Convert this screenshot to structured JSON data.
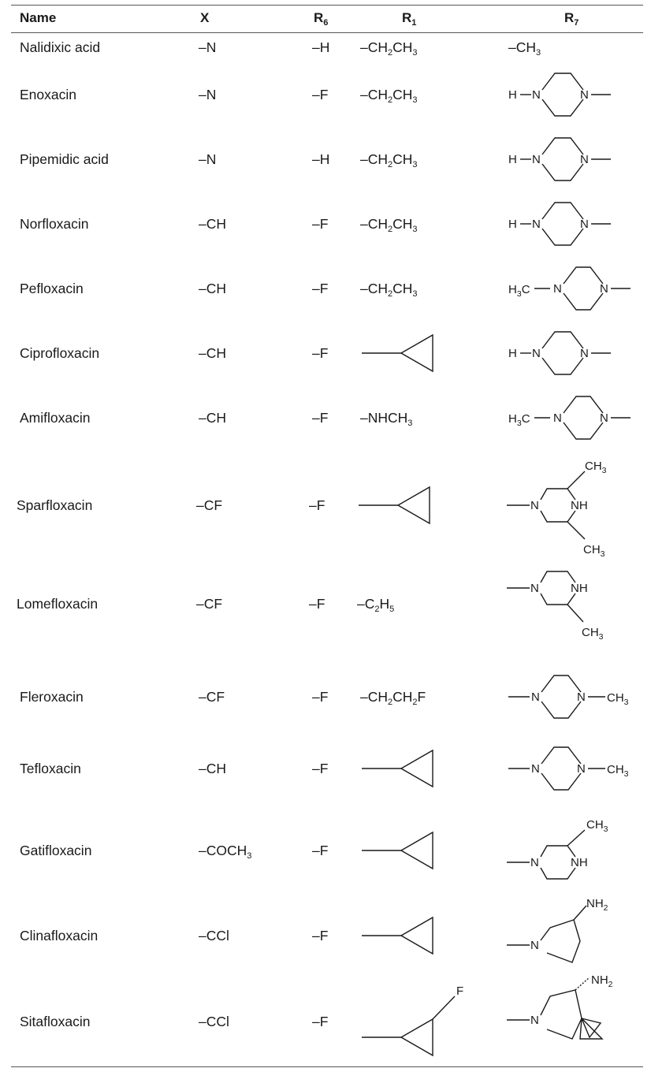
{
  "headers": {
    "name": "Name",
    "x": "X",
    "r6_main": "R",
    "r6_sub": "6",
    "r1_main": "R",
    "r1_sub": "1",
    "r7_main": "R",
    "r7_sub": "7"
  },
  "rows": [
    {
      "name": "Nalidixic acid",
      "x": "–N",
      "x_sub": "",
      "r6": "–H",
      "r1": {
        "type": "text",
        "parts": [
          "–CH",
          "2",
          "CH",
          "3",
          ""
        ]
      },
      "r7": "methyl"
    },
    {
      "name": "Enoxacin",
      "x": "–N",
      "x_sub": "",
      "r6": "–F",
      "r1": {
        "type": "text",
        "parts": [
          "–CH",
          "2",
          "CH",
          "3",
          ""
        ]
      },
      "r7": "piperazine-H"
    },
    {
      "name": "Pipemidic acid",
      "x": "–N",
      "x_sub": "",
      "r6": "–H",
      "r1": {
        "type": "text",
        "parts": [
          "–CH",
          "2",
          "CH",
          "3",
          ""
        ]
      },
      "r7": "piperazine-H"
    },
    {
      "name": "Norfloxacin",
      "x": "–CH",
      "x_sub": "",
      "r6": "–F",
      "r1": {
        "type": "text",
        "parts": [
          "–CH",
          "2",
          "CH",
          "3",
          ""
        ]
      },
      "r7": "piperazine-H"
    },
    {
      "name": "Pefloxacin",
      "x": "–CH",
      "x_sub": "",
      "r6": "–F",
      "r1": {
        "type": "text",
        "parts": [
          "–CH",
          "2",
          "CH",
          "3",
          ""
        ]
      },
      "r7": "piperazine-CH3"
    },
    {
      "name": "Ciprofloxacin",
      "x": "–CH",
      "x_sub": "",
      "r6": "–F",
      "r1": {
        "type": "cyclopropyl"
      },
      "r7": "piperazine-H"
    },
    {
      "name": "Amifloxacin",
      "x": "–CH",
      "x_sub": "",
      "r6": "–F",
      "r1": {
        "type": "text",
        "parts": [
          "–NHCH",
          "3",
          "",
          "",
          ""
        ]
      },
      "r7": "piperazine-CH3"
    },
    {
      "name": "Sparfloxacin",
      "x": "–CF",
      "x_sub": "",
      "r6": "–F",
      "r1": {
        "type": "cyclopropyl"
      },
      "r7": "dimethylpiperazine"
    },
    {
      "name": "Lomefloxacin",
      "x": "–CF",
      "x_sub": "",
      "r6": "–F",
      "r1": {
        "type": "text",
        "parts": [
          "–C",
          "2",
          "H",
          "5",
          ""
        ]
      },
      "r7": "methylpiperazine"
    },
    {
      "name": "Fleroxacin",
      "x": "–CF",
      "x_sub": "",
      "r6": "–F",
      "r1": {
        "type": "text",
        "parts": [
          "–CH",
          "2",
          "CH",
          "2",
          "F"
        ]
      },
      "r7": "piperazine-N-CH3"
    },
    {
      "name": "Tefloxacin",
      "x": "–CH",
      "x_sub": "",
      "r6": "–F",
      "r1": {
        "type": "cyclopropyl"
      },
      "r7": "piperazine-N-CH3"
    },
    {
      "name": "Gatifloxacin",
      "x": "–COCH",
      "x_sub": "3",
      "r6": "–F",
      "r1": {
        "type": "cyclopropyl"
      },
      "r7": "gati-piperazine"
    },
    {
      "name": "Clinafloxacin",
      "x": "–CCl",
      "x_sub": "",
      "r6": "–F",
      "r1": {
        "type": "cyclopropyl"
      },
      "r7": "aminopyrrolidine"
    },
    {
      "name": "Sitafloxacin",
      "x": "–CCl",
      "x_sub": "",
      "r6": "–F",
      "r1": {
        "type": "fluorocyclopropyl"
      },
      "r7": "spiro-amine"
    }
  ],
  "labels": {
    "methyl": [
      "–CH",
      "3"
    ],
    "h_n": "H",
    "n": "N",
    "nh": "NH",
    "ch3": [
      "CH",
      "3"
    ],
    "h3c": [
      "H",
      "3",
      "C"
    ],
    "nh2": [
      "NH",
      "2"
    ],
    "f": "F"
  }
}
